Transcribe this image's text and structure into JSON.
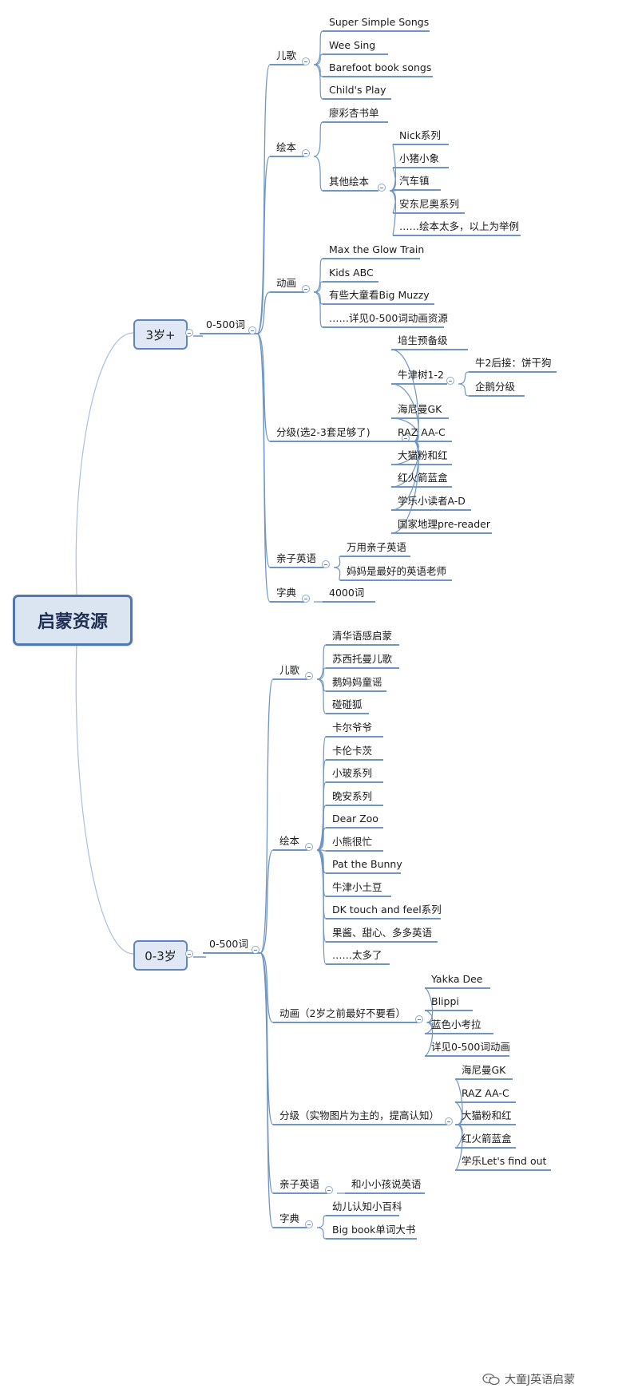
{
  "root": "启蒙资源",
  "branches": [
    {
      "id": "b1",
      "label": "3岁+",
      "sub": "0-500词",
      "categories": [
        {
          "label": "儿歌",
          "items": [
            {
              "label": "Super Simple Songs"
            },
            {
              "label": "Wee Sing"
            },
            {
              "label": "Barefoot book songs"
            },
            {
              "label": "Child's Play"
            }
          ]
        },
        {
          "label": "绘本",
          "items": [
            {
              "label": "廖彩杏书单"
            },
            {
              "label": "其他绘本",
              "items": [
                {
                  "label": "Nick系列"
                },
                {
                  "label": "小猪小象"
                },
                {
                  "label": "汽车镇"
                },
                {
                  "label": "安东尼奥系列"
                },
                {
                  "label": "……绘本太多，以上为举例"
                }
              ]
            }
          ]
        },
        {
          "label": "动画",
          "items": [
            {
              "label": "Max the Glow Train"
            },
            {
              "label": "Kids ABC"
            },
            {
              "label": "有些大童看Big Muzzy"
            },
            {
              "label": "……详见0-500词动画资源"
            }
          ]
        },
        {
          "label": "分级(选2-3套足够了)",
          "items": [
            {
              "label": "培生预备级"
            },
            {
              "label": "牛津树1-2",
              "items": [
                {
                  "label": "牛2后接：饼干狗"
                },
                {
                  "label": "企鹅分级"
                }
              ]
            },
            {
              "label": "海尼曼GK"
            },
            {
              "label": "RAZ AA-C"
            },
            {
              "label": "大猫粉和红"
            },
            {
              "label": "红火箭蓝盒"
            },
            {
              "label": "学乐小读者A-D"
            },
            {
              "label": "国家地理pre-reader"
            }
          ]
        },
        {
          "label": "亲子英语",
          "items": [
            {
              "label": "万用亲子英语"
            },
            {
              "label": "妈妈是最好的英语老师"
            }
          ]
        },
        {
          "label": "字典",
          "items": [
            {
              "label": "4000词"
            }
          ]
        }
      ]
    },
    {
      "id": "b2",
      "label": "0-3岁",
      "sub": "0-500词",
      "categories": [
        {
          "label": "儿歌",
          "items": [
            {
              "label": "清华语感启蒙"
            },
            {
              "label": "苏西托曼儿歌"
            },
            {
              "label": "鹅妈妈童谣"
            },
            {
              "label": "碰碰狐"
            }
          ]
        },
        {
          "label": "绘本",
          "items": [
            {
              "label": "卡尔爷爷"
            },
            {
              "label": "卡伦卡茨"
            },
            {
              "label": "小玻系列"
            },
            {
              "label": "晚安系列"
            },
            {
              "label": "Dear Zoo"
            },
            {
              "label": "小熊很忙"
            },
            {
              "label": "Pat the Bunny"
            },
            {
              "label": "牛津小土豆"
            },
            {
              "label": "DK touch and feel系列"
            },
            {
              "label": "果酱、甜心、多多英语"
            },
            {
              "label": "……太多了"
            }
          ]
        },
        {
          "label": "动画（2岁之前最好不要看）",
          "items": [
            {
              "label": "Yakka Dee"
            },
            {
              "label": "Blippi"
            },
            {
              "label": "蓝色小考拉"
            },
            {
              "label": "详见0-500词动画"
            }
          ]
        },
        {
          "label": "分级（实物图片为主的，提高认知）",
          "items": [
            {
              "label": "海尼曼GK"
            },
            {
              "label": "RAZ AA-C"
            },
            {
              "label": "大猫粉和红"
            },
            {
              "label": "红火箭蓝盒"
            },
            {
              "label": "学乐Let's find out"
            }
          ]
        },
        {
          "label": "亲子英语",
          "items": [
            {
              "label": "和小小孩说英语"
            }
          ]
        },
        {
          "label": "字典",
          "items": [
            {
              "label": "幼儿认知小百科"
            },
            {
              "label": "Big book单词大书"
            }
          ]
        }
      ]
    }
  ],
  "watermark": "大童J英语启蒙",
  "colors": {
    "line": "#6f95c4",
    "connector": "#a9bfdc",
    "box_fill": "#dfe8f4",
    "box_border": "#5e86bd",
    "root_text": "#1f2f52"
  }
}
